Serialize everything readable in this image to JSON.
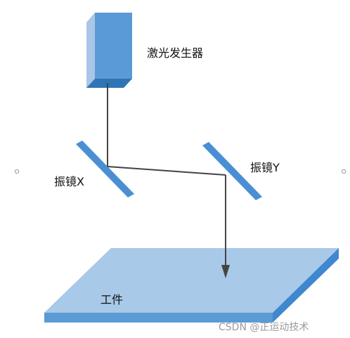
{
  "labels": {
    "laser": "激光发生器",
    "mirror_x": "振镜X",
    "mirror_y": "振镜Y",
    "workpiece": "工件"
  },
  "watermark": "CSDN @正运动技术",
  "colors": {
    "box_front": "#5b9bd5",
    "box_side": "#a9c6e6",
    "box_bottom": "#2e75b6",
    "mirror": "#4a8fd4",
    "plate_top": "#a8c9e8",
    "plate_edge": "#3f87cf",
    "beam": "#444444"
  }
}
